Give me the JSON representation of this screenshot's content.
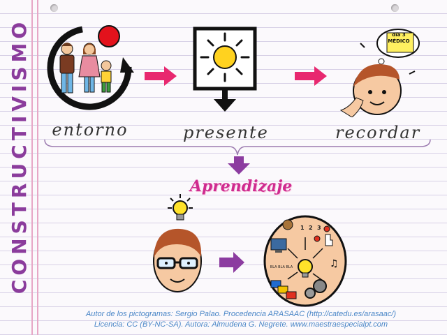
{
  "side_title": "CONSTRUCTIVISMO",
  "labels": {
    "entorno": "entorno",
    "presente": "presente",
    "recordar": "recordar"
  },
  "center_label": "Aprendizaje",
  "thought_note": {
    "line1": "día 3",
    "line2": "MÉDICO"
  },
  "gear_numbers": [
    "1",
    "2",
    "3"
  ],
  "speech_text": "BLA BLA BLA",
  "credits": {
    "line1": "Autor de los pictogramas: Sergio Palao. Procedencia ARASAAC (http://catedu.es/arasaac/)",
    "line2": "Licencia: CC (BY-NC-SA). Autora: Almudena G. Negrete. www.maestraespecialpt.com"
  },
  "colors": {
    "arrow_pink": "#e8286f",
    "arrow_purple": "#8c3ca0",
    "title_purple": "#8b3c9c",
    "aprendizaje_pink": "#cf2b8f",
    "credit_blue": "#4a86c7"
  },
  "icons": [
    "family-icon",
    "sun-window-icon",
    "thinking-person-icon",
    "lightbulb-icon",
    "person-glasses-icon",
    "head-ideas-icon"
  ]
}
